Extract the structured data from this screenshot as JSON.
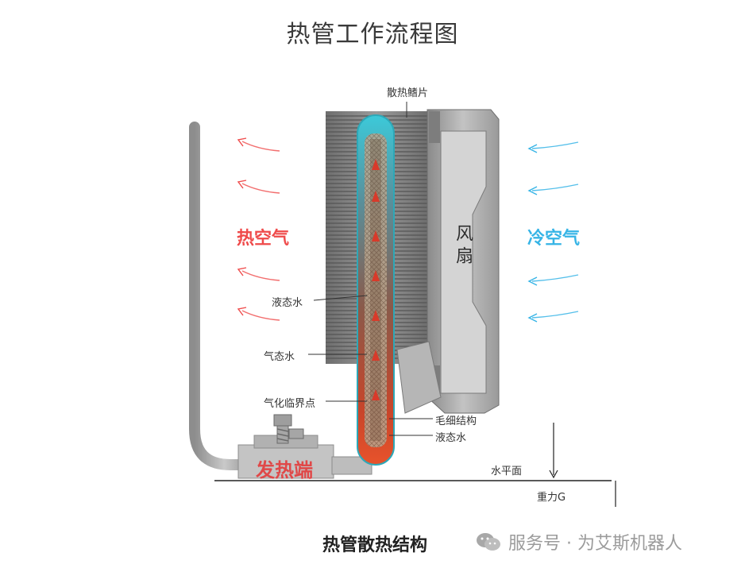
{
  "title": "热管工作流程图",
  "labels": {
    "fins": "散热鳍片",
    "liquid_water_top": "液态水",
    "vapor_water": "气态水",
    "vaporization_point": "气化临界点",
    "capillary": "毛细结构",
    "liquid_water_bottom": "液态水",
    "horizontal": "水平面",
    "gravity": "重力G",
    "hot_air": "热空气",
    "cold_air": "冷空气",
    "fan": "风扇",
    "heat_end": "发热端"
  },
  "caption": "热管散热结构",
  "footer": {
    "text": "服务号 · 为艾斯机器人",
    "icon": "wechat-icon"
  },
  "colors": {
    "hot": "#ef4a4a",
    "cold": "#36b4e6",
    "pipe_top": "#3cc9d9",
    "pipe_bottom": "#e8532b"
  }
}
